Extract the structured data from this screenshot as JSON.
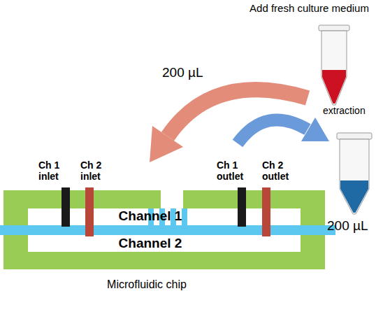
{
  "diagram": {
    "labels": [
      "Add fresh culture medium",
      "200 µL",
      "extraction",
      "200 µL",
      "Ch 1 inlet",
      "Ch 2 inlet",
      "Ch 1 outlet",
      "Ch 2 outlet",
      "Channel 1",
      "Channel 2",
      "Microfluidic chip"
    ]
  }
}
